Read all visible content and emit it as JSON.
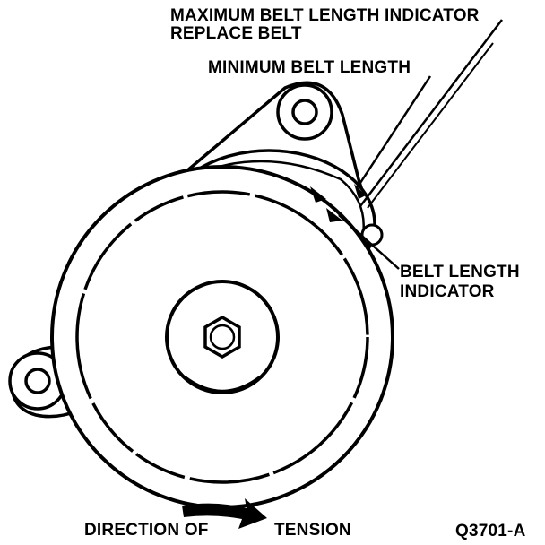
{
  "labels": {
    "max_belt_line1": "MAXIMUM BELT LENGTH INDICATOR",
    "max_belt_line2": "REPLACE BELT",
    "min_belt": "MINIMUM BELT LENGTH",
    "belt_indicator_line1": "BELT LENGTH",
    "belt_indicator_line2": "INDICATOR",
    "direction_of": "DIRECTION OF",
    "tension": "TENSION",
    "figure_code": "Q3701-A"
  },
  "colors": {
    "ink": "#000000",
    "paper": "#ffffff"
  }
}
